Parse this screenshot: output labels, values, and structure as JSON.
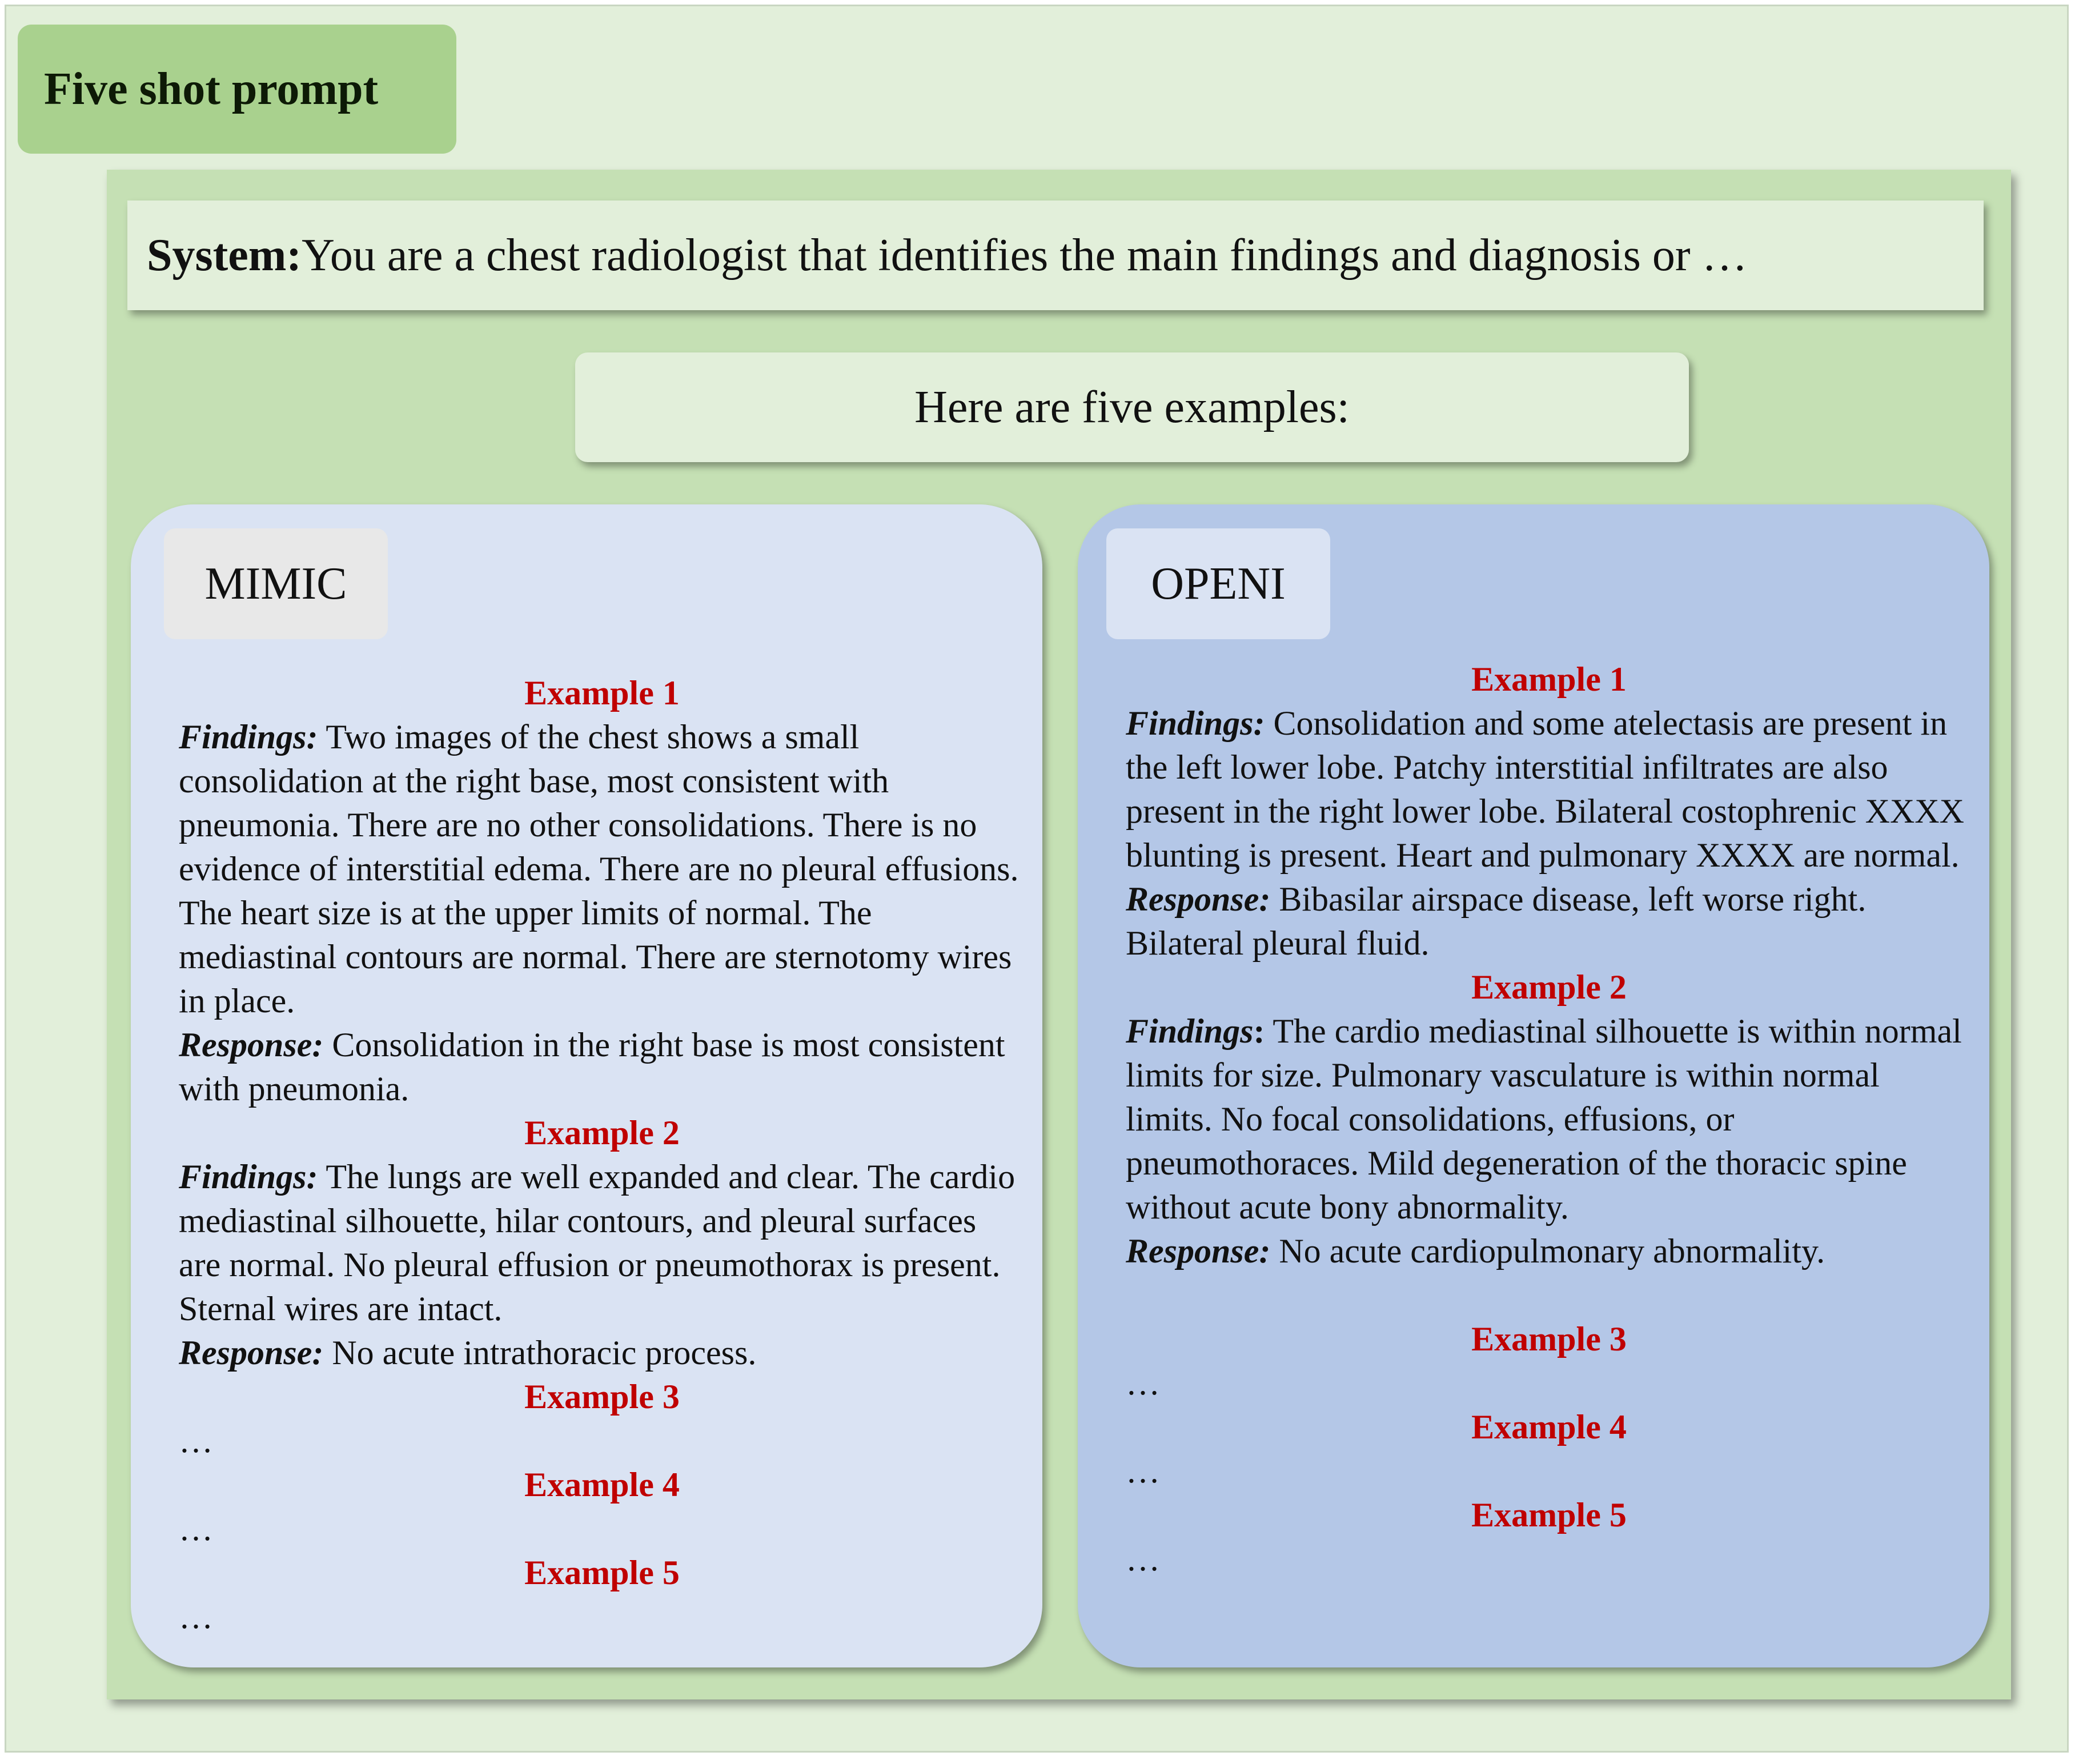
{
  "title": "Five shot prompt",
  "system": {
    "label": "System:",
    "text": " You are a chest radiologist that identifies the main findings and diagnosis or …"
  },
  "examples_header": "Here are five examples:",
  "mimic": {
    "tag": "MIMIC",
    "examples": [
      {
        "title": "Example 1",
        "findings_label": "Findings:",
        "findings": " Two images of the chest shows a small consolidation at the right base, most consistent with pneumonia.  There are no other consolidations.  There is no evidence of interstitial edema.  There are no pleural effusions.  The heart size is at the upper limits of normal.  The mediastinal contours are normal.  There are sternotomy wires in place.",
        "response_label": "Response:",
        "response": " Consolidation in the right base is most consistent with pneumonia."
      },
      {
        "title": "Example 2",
        "findings_label": "Findings:",
        "findings": " The lungs are well expanded and clear.  The cardio mediastinal silhouette, hilar contours, and pleural surfaces are normal. No pleural effusion or pneumothorax is present.  Sternal wires are intact.",
        "response_label": "Response:",
        "response": " No acute intrathoracic process."
      },
      {
        "title": "Example 3",
        "ellipsis": "…"
      },
      {
        "title": "Example 4",
        "ellipsis": "…"
      },
      {
        "title": "Example 5",
        "ellipsis": "…"
      }
    ]
  },
  "openi": {
    "tag": "OPENI",
    "examples": [
      {
        "title": "Example 1",
        "findings_label": "Findings:",
        "findings": " Consolidation and some atelectasis are present in the left lower lobe. Patchy interstitial infiltrates are also present in the right lower lobe. Bilateral costophrenic XXXX blunting is present. Heart and pulmonary XXXX are normal.",
        "response_label": "Response:",
        "response": " Bibasilar airspace disease, left worse right. Bilateral pleural fluid."
      },
      {
        "title": "Example 2",
        "findings_label": "Findings",
        "findings_colon": ":",
        "findings": " The cardio mediastinal silhouette is within normal limits for size. Pulmonary vasculature is within normal limits. No focal consolidations, effusions, or pneumothoraces. Mild degeneration of the thoracic spine without acute bony abnormality.",
        "response_label": "Response:",
        "response": " No acute cardiopulmonary abnormality."
      },
      {
        "title": "Example 3",
        "ellipsis": "…"
      },
      {
        "title": "Example 4",
        "ellipsis": "…"
      },
      {
        "title": "Example 5",
        "ellipsis": "…"
      }
    ]
  },
  "colors": {
    "frame_bg": "#e2efda",
    "title_tab": "#a9d18e",
    "inner_bg": "#c5e0b4",
    "mimic_panel": "#dae3f3",
    "openi_panel": "#b4c7e7",
    "example_title": "#c00000"
  }
}
